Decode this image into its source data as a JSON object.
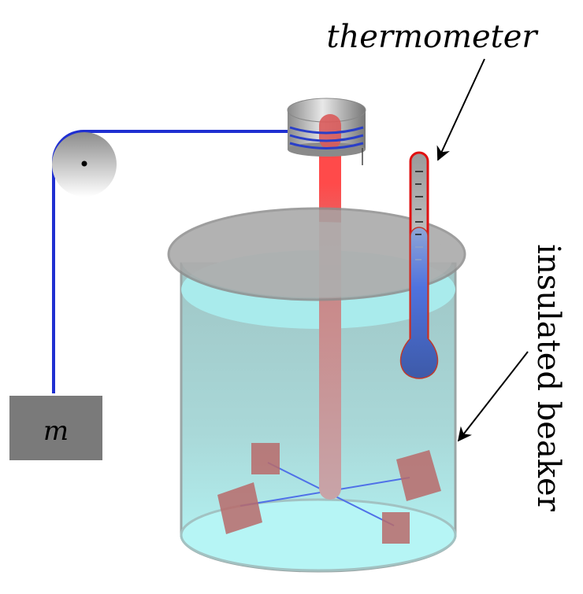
{
  "labels": {
    "thermometer": "thermometer",
    "insulated_beaker": "insulated beaker",
    "mass": "m"
  },
  "colors": {
    "string": "#1f2fd1",
    "rod": "#ff4a4a",
    "water": "#aeeff0",
    "glass": "#9aa5a5",
    "paddle": "#b96a6a",
    "thermometer_outline": "#e01010",
    "mercury": "#4a6fdc",
    "mass_block": "#7a7a7a"
  }
}
